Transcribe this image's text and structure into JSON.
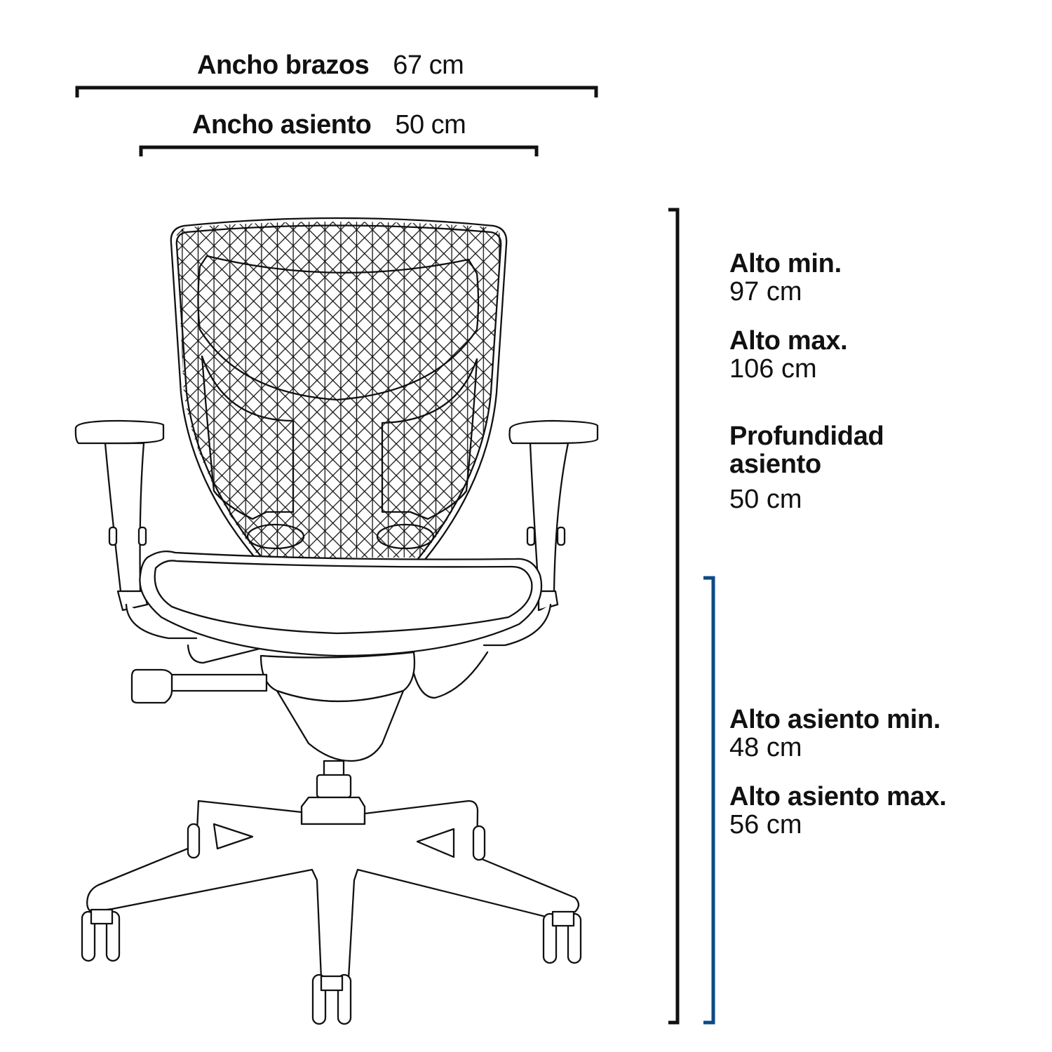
{
  "dimensions": {
    "arm_width": {
      "label": "Ancho brazos",
      "value": "67 cm"
    },
    "seat_width": {
      "label": "Ancho asiento",
      "value": "50 cm"
    }
  },
  "specs": [
    {
      "label": "Alto min.",
      "value": "97 cm"
    },
    {
      "label": "Alto max.",
      "value": "106 cm"
    },
    {
      "label": "Profundidad",
      "label2": "asiento",
      "value": "50 cm"
    },
    {
      "label": "Alto asiento min.",
      "value": "48 cm"
    },
    {
      "label": "Alto asiento max.",
      "value": "56 cm"
    }
  ],
  "colors": {
    "line": "#111111",
    "seat_height_bracket": "#0b4a85",
    "background": "#ffffff"
  },
  "illustration": {
    "subject": "office-chair-front-view",
    "parts": [
      "mesh-backrest",
      "armrest-left",
      "armrest-right",
      "seat-cushion",
      "tilt-lever",
      "mechanism",
      "gas-cylinder",
      "five-star-base",
      "caster-wheels"
    ]
  }
}
